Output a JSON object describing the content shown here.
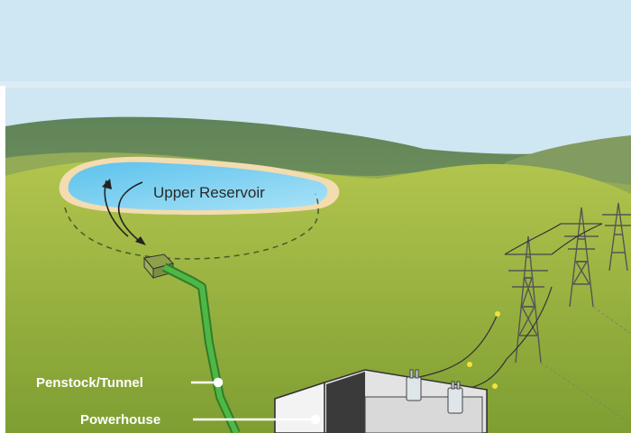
{
  "labels": {
    "upper_reservoir": "Upper Reservoir",
    "penstock": "Penstock/Tunnel",
    "powerhouse": "Powerhouse"
  },
  "colors": {
    "sky": "#cfe6f3",
    "far_hills": "#6f9362",
    "mid_hills": "#94ab53",
    "near_hill": "#a9bf48",
    "reservoir_water": "#7fd0f0",
    "reservoir_shore": "#f2dcb0",
    "penstock": "#3e9a35",
    "tower": "#555555",
    "wire_marker": "#f2e23a",
    "powerhouse_wall": "#e9e9e9",
    "powerhouse_roof": "#3a3a3a",
    "label_text": "#ffffff"
  },
  "icons": {
    "flow_arrows": "bidirectional-flow-arrows-icon",
    "towers": "transmission-tower-icon",
    "transformer": "transformer-icon"
  }
}
